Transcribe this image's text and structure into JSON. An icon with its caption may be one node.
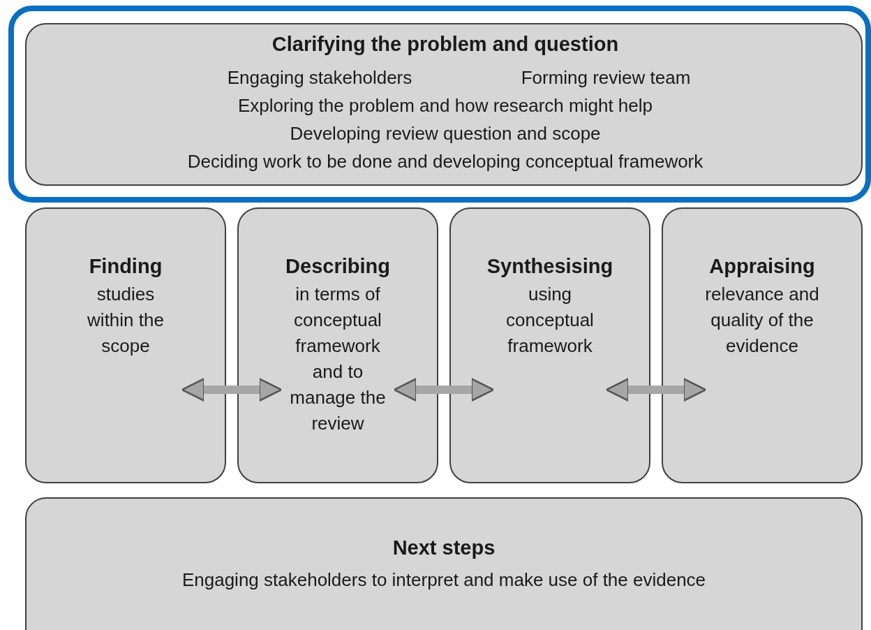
{
  "diagram": {
    "nodes": [
      {
        "text": [
          "Clarifying the problem and question",
          "Engaging stakeholders",
          "Forming review team",
          "Exploring the problem and how research might help",
          "Developing review question and scope",
          "Deciding work to be done and developing conceptual framework"
        ]
      },
      {
        "text": [
          "Finding",
          "studies within the scope"
        ]
      },
      {
        "text": [
          "Describing",
          "in terms of conceptual framework and to manage the review"
        ]
      },
      {
        "text": [
          "Synthesising",
          "using conceptual framework"
        ]
      },
      {
        "text": [
          "Appraising",
          "relevance and quality of the evidence"
        ]
      },
      {
        "text": [
          "Next steps",
          "Engaging stakeholders to interpret and make use of the evidence"
        ]
      }
    ],
    "edges": [
      {
        "from": 1,
        "to": 2,
        "arrow": "both"
      },
      {
        "from": 2,
        "to": 3,
        "arrow": "both"
      },
      {
        "from": 3,
        "to": 4,
        "arrow": "both"
      }
    ]
  }
}
